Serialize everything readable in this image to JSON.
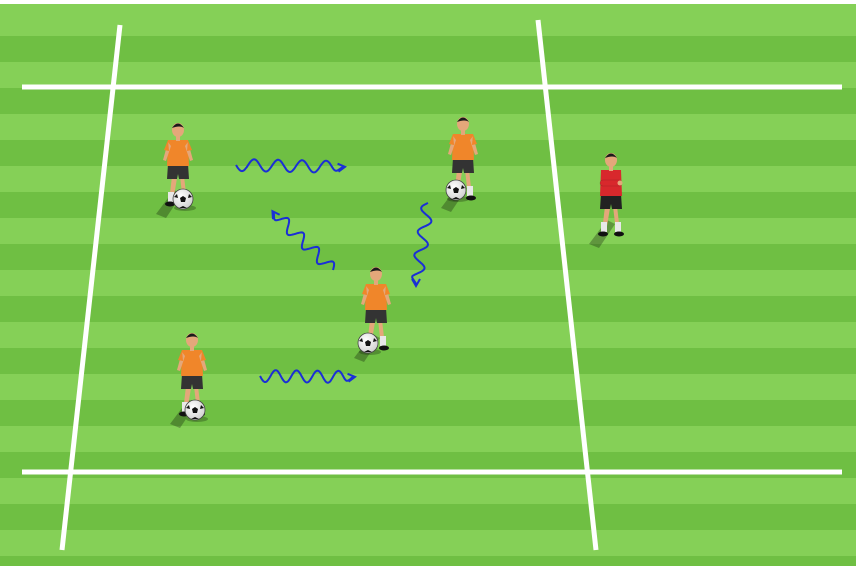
{
  "diagram": {
    "type": "soccer-drill",
    "colors": {
      "grass_light": "#85d057",
      "grass_dark": "#6fbf43",
      "lines": "#ffffff",
      "player_shirt": "#f0862a",
      "player_shorts": "#333333",
      "coach_shirt": "#d8282c",
      "coach_shorts": "#222222",
      "dribble_arrow": "#1a2fd6",
      "skin": "#e4a77a"
    },
    "players": [
      {
        "id": "player-1",
        "role": "attacker",
        "has_ball": true
      },
      {
        "id": "player-2",
        "role": "attacker",
        "has_ball": true
      },
      {
        "id": "player-3",
        "role": "attacker",
        "has_ball": true
      },
      {
        "id": "player-4",
        "role": "attacker",
        "has_ball": true
      }
    ],
    "coach": {
      "id": "coach",
      "role": "coach"
    },
    "arrows": [
      {
        "id": "dribble-arrow-1",
        "style": "wavy",
        "direction": "right"
      },
      {
        "id": "dribble-arrow-2",
        "style": "wavy",
        "direction": "up-left"
      },
      {
        "id": "dribble-arrow-3",
        "style": "wavy",
        "direction": "down"
      },
      {
        "id": "dribble-arrow-4",
        "style": "wavy",
        "direction": "right"
      }
    ]
  }
}
